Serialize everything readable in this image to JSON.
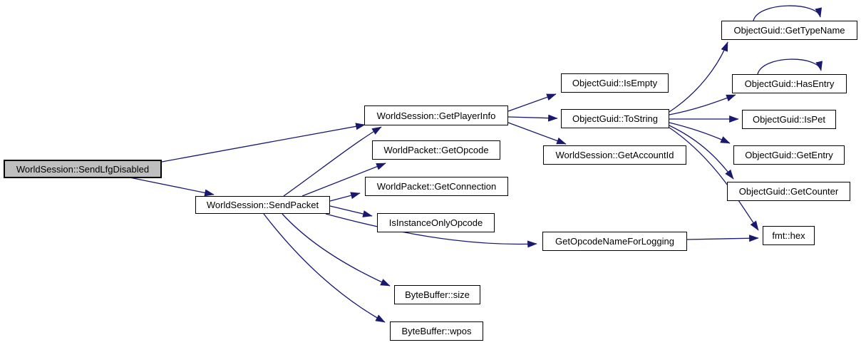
{
  "graph": {
    "type": "call-graph",
    "colors": {
      "edge": "#191970",
      "node_border": "#000000",
      "node_fill": "#ffffff",
      "root_fill": "#bfbfbf",
      "text": "#000000",
      "background": "#ffffff"
    },
    "nodes": [
      {
        "id": "worldsession-sendlfgdisabled",
        "label": "WorldSession::SendLfgDisabled",
        "highlighted": true
      },
      {
        "id": "worldsession-sendpacket",
        "label": "WorldSession::SendPacket",
        "highlighted": false
      },
      {
        "id": "worldsession-getplayerinfo",
        "label": "WorldSession::GetPlayerInfo",
        "highlighted": false
      },
      {
        "id": "worldpacket-getopcode",
        "label": "WorldPacket::GetOpcode",
        "highlighted": false
      },
      {
        "id": "worldpacket-getconnection",
        "label": "WorldPacket::GetConnection",
        "highlighted": false
      },
      {
        "id": "isinstanceonlyopcode",
        "label": "IsInstanceOnlyOpcode",
        "highlighted": false
      },
      {
        "id": "getopcodenameforlogging",
        "label": "GetOpcodeNameForLogging",
        "highlighted": false
      },
      {
        "id": "bytebuffer-size",
        "label": "ByteBuffer::size",
        "highlighted": false
      },
      {
        "id": "bytebuffer-wpos",
        "label": "ByteBuffer::wpos",
        "highlighted": false
      },
      {
        "id": "objectguid-isempty",
        "label": "ObjectGuid::IsEmpty",
        "highlighted": false
      },
      {
        "id": "objectguid-tostring",
        "label": "ObjectGuid::ToString",
        "highlighted": false
      },
      {
        "id": "worldsession-getaccountid",
        "label": "WorldSession::GetAccountId",
        "highlighted": false
      },
      {
        "id": "objectguid-gettypename",
        "label": "ObjectGuid::GetTypeName",
        "highlighted": false
      },
      {
        "id": "objectguid-hasentry",
        "label": "ObjectGuid::HasEntry",
        "highlighted": false
      },
      {
        "id": "objectguid-ispet",
        "label": "ObjectGuid::IsPet",
        "highlighted": false
      },
      {
        "id": "objectguid-getentry",
        "label": "ObjectGuid::GetEntry",
        "highlighted": false
      },
      {
        "id": "objectguid-getcounter",
        "label": "ObjectGuid::GetCounter",
        "highlighted": false
      },
      {
        "id": "fmt-hex",
        "label": "fmt::hex",
        "highlighted": false
      }
    ],
    "edges": [
      {
        "from": "worldsession-sendlfgdisabled",
        "to": "worldsession-sendpacket"
      },
      {
        "from": "worldsession-sendlfgdisabled",
        "to": "worldsession-getplayerinfo"
      },
      {
        "from": "worldsession-sendpacket",
        "to": "worldsession-getplayerinfo"
      },
      {
        "from": "worldsession-sendpacket",
        "to": "worldpacket-getopcode"
      },
      {
        "from": "worldsession-sendpacket",
        "to": "worldpacket-getconnection"
      },
      {
        "from": "worldsession-sendpacket",
        "to": "isinstanceonlyopcode"
      },
      {
        "from": "worldsession-sendpacket",
        "to": "getopcodenameforlogging"
      },
      {
        "from": "worldsession-sendpacket",
        "to": "bytebuffer-size"
      },
      {
        "from": "worldsession-sendpacket",
        "to": "bytebuffer-wpos"
      },
      {
        "from": "worldsession-getplayerinfo",
        "to": "objectguid-isempty"
      },
      {
        "from": "worldsession-getplayerinfo",
        "to": "objectguid-tostring"
      },
      {
        "from": "worldsession-getplayerinfo",
        "to": "worldsession-getaccountid"
      },
      {
        "from": "objectguid-tostring",
        "to": "objectguid-gettypename"
      },
      {
        "from": "objectguid-tostring",
        "to": "objectguid-hasentry"
      },
      {
        "from": "objectguid-tostring",
        "to": "objectguid-ispet"
      },
      {
        "from": "objectguid-tostring",
        "to": "objectguid-getentry"
      },
      {
        "from": "objectguid-tostring",
        "to": "objectguid-getcounter"
      },
      {
        "from": "objectguid-tostring",
        "to": "fmt-hex"
      },
      {
        "from": "getopcodenameforlogging",
        "to": "fmt-hex"
      },
      {
        "from": "objectguid-gettypename",
        "to": "objectguid-gettypename"
      },
      {
        "from": "objectguid-hasentry",
        "to": "objectguid-hasentry"
      }
    ]
  }
}
